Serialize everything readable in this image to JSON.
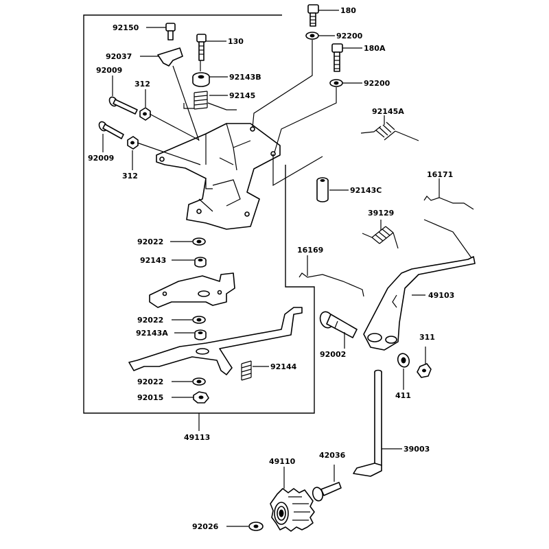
{
  "colors": {
    "ink": "#000000",
    "background": "#ffffff"
  },
  "labels": {
    "p180": "180",
    "p92150": "92150",
    "p130": "130",
    "p92200a": "92200",
    "p180A": "180A",
    "p92037": "92037",
    "p92009a": "92009",
    "p312a": "312",
    "p92143B": "92143B",
    "p92200b": "92200",
    "p92145": "92145",
    "p92145A": "92145A",
    "p92009b": "92009",
    "p312b": "312",
    "p16171": "16171",
    "p92143C": "92143C",
    "p39129": "39129",
    "p92022a": "92022",
    "p16169": "16169",
    "p92143": "92143",
    "p49103": "49103",
    "p92022b": "92022",
    "p92143A": "92143A",
    "p92002": "92002",
    "p311": "311",
    "p92144": "92144",
    "p92022c": "92022",
    "p411": "411",
    "p92015": "92015",
    "p49113": "49113",
    "p39003": "39003",
    "p49110": "49110",
    "p42036": "42036",
    "p92026": "92026"
  }
}
